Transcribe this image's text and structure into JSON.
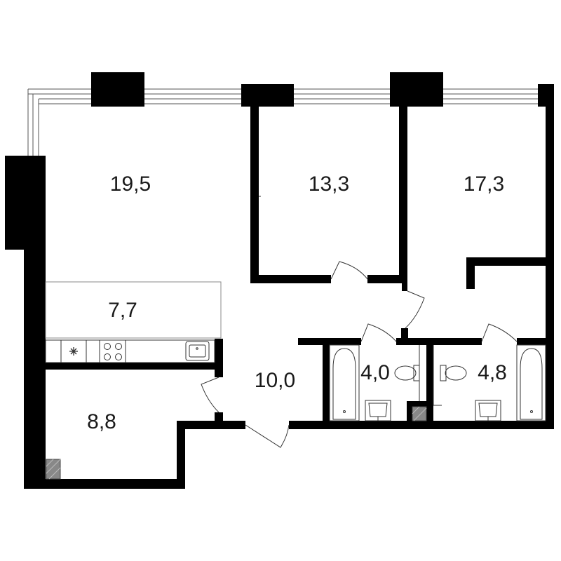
{
  "plan": {
    "colors": {
      "wall": "#000000",
      "line": "#333333",
      "background": "#ffffff",
      "shaft": "#888888"
    },
    "rooms": [
      {
        "id": "living",
        "area": "19,5"
      },
      {
        "id": "bedroom-middle",
        "area": "13,3"
      },
      {
        "id": "bedroom-right",
        "area": "17,3"
      },
      {
        "id": "kitchen",
        "area": "7,7"
      },
      {
        "id": "hall",
        "area": "10,0"
      },
      {
        "id": "bathroom-left",
        "area": "4,0"
      },
      {
        "id": "bathroom-right",
        "area": "4,8"
      },
      {
        "id": "bedroom-bottom",
        "area": "8,8"
      }
    ],
    "icons": {
      "fridge": "snowflake-icon",
      "stove": "stove-icon",
      "sink": "sink-icon",
      "toilet": "toilet-icon",
      "bathtub": "bathtub-icon"
    }
  }
}
